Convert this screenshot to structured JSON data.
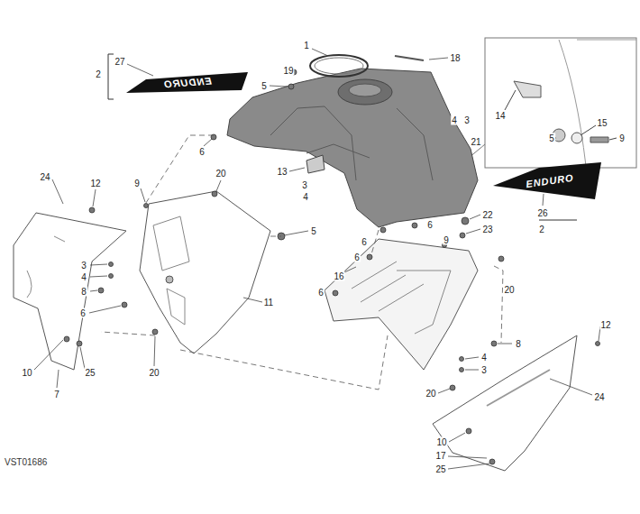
{
  "diagram": {
    "labels": [
      "1",
      "18",
      "27",
      "2",
      "ENDURO",
      "19",
      "5",
      "4",
      "3",
      "14",
      "15",
      "5",
      "9",
      "21",
      "6",
      "20",
      "13",
      "3",
      "4",
      "24",
      "12",
      "9",
      "ENDURO",
      "26",
      "22",
      "6",
      "23",
      "2",
      "5",
      "6",
      "9",
      "3",
      "4",
      "8",
      "6",
      "16",
      "6",
      "20",
      "11",
      "6",
      "12",
      "8",
      "4",
      "3",
      "10",
      "25",
      "20",
      "7",
      "20",
      "24",
      "10",
      "17",
      "25",
      "VST01686"
    ]
  }
}
